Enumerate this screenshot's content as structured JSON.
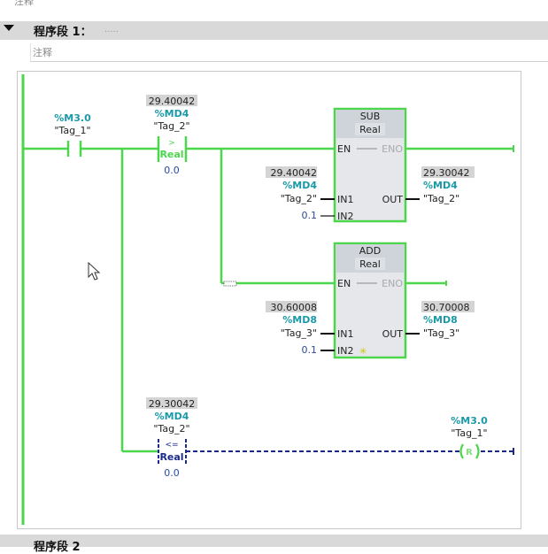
{
  "prev_comment": "注释",
  "network1": {
    "title": "程序段 1：",
    "subtitle": ".....",
    "comment": "注释"
  },
  "network2": {
    "title": "程序段 2"
  },
  "colors": {
    "power": "#4cd64c",
    "addr": "#1a9aa8",
    "value_bg": "#d4d4d4",
    "inactive": "#1a2a8c"
  },
  "contact": {
    "address": "%M3.0",
    "tag": "\"Tag_1\""
  },
  "cmp_gt": {
    "monitor": "29.40042",
    "address": "%MD4",
    "tag": "\"Tag_2\"",
    "op": ">",
    "type": "Real",
    "in2": "0.0"
  },
  "sub": {
    "name": "SUB",
    "type": "Real",
    "en": "EN",
    "eno": "ENO",
    "in1_label": "IN1",
    "in2_label": "IN2",
    "out_label": "OUT",
    "in1_monitor": "29.40042",
    "in1_address": "%MD4",
    "in1_tag": "\"Tag_2\"",
    "in2_value": "0.1",
    "out_monitor": "29.30042",
    "out_address": "%MD4",
    "out_tag": "\"Tag_2\""
  },
  "add": {
    "name": "ADD",
    "type": "Real",
    "en": "EN",
    "eno": "ENO",
    "in1_label": "IN1",
    "in2_label": "IN2",
    "out_label": "OUT",
    "in1_monitor": "30.60008",
    "in1_address": "%MD8",
    "in1_tag": "\"Tag_3\"",
    "in2_value": "0.1",
    "out_monitor": "30.70008",
    "out_address": "%MD8",
    "out_tag": "\"Tag_3\""
  },
  "cmp_le": {
    "monitor": "29.30042",
    "address": "%MD4",
    "tag": "\"Tag_2\"",
    "op": "<=",
    "type": "Real",
    "in2": "0.0"
  },
  "reset_coil": {
    "address": "%M3.0",
    "tag": "\"Tag_1\"",
    "symbol": "R"
  }
}
